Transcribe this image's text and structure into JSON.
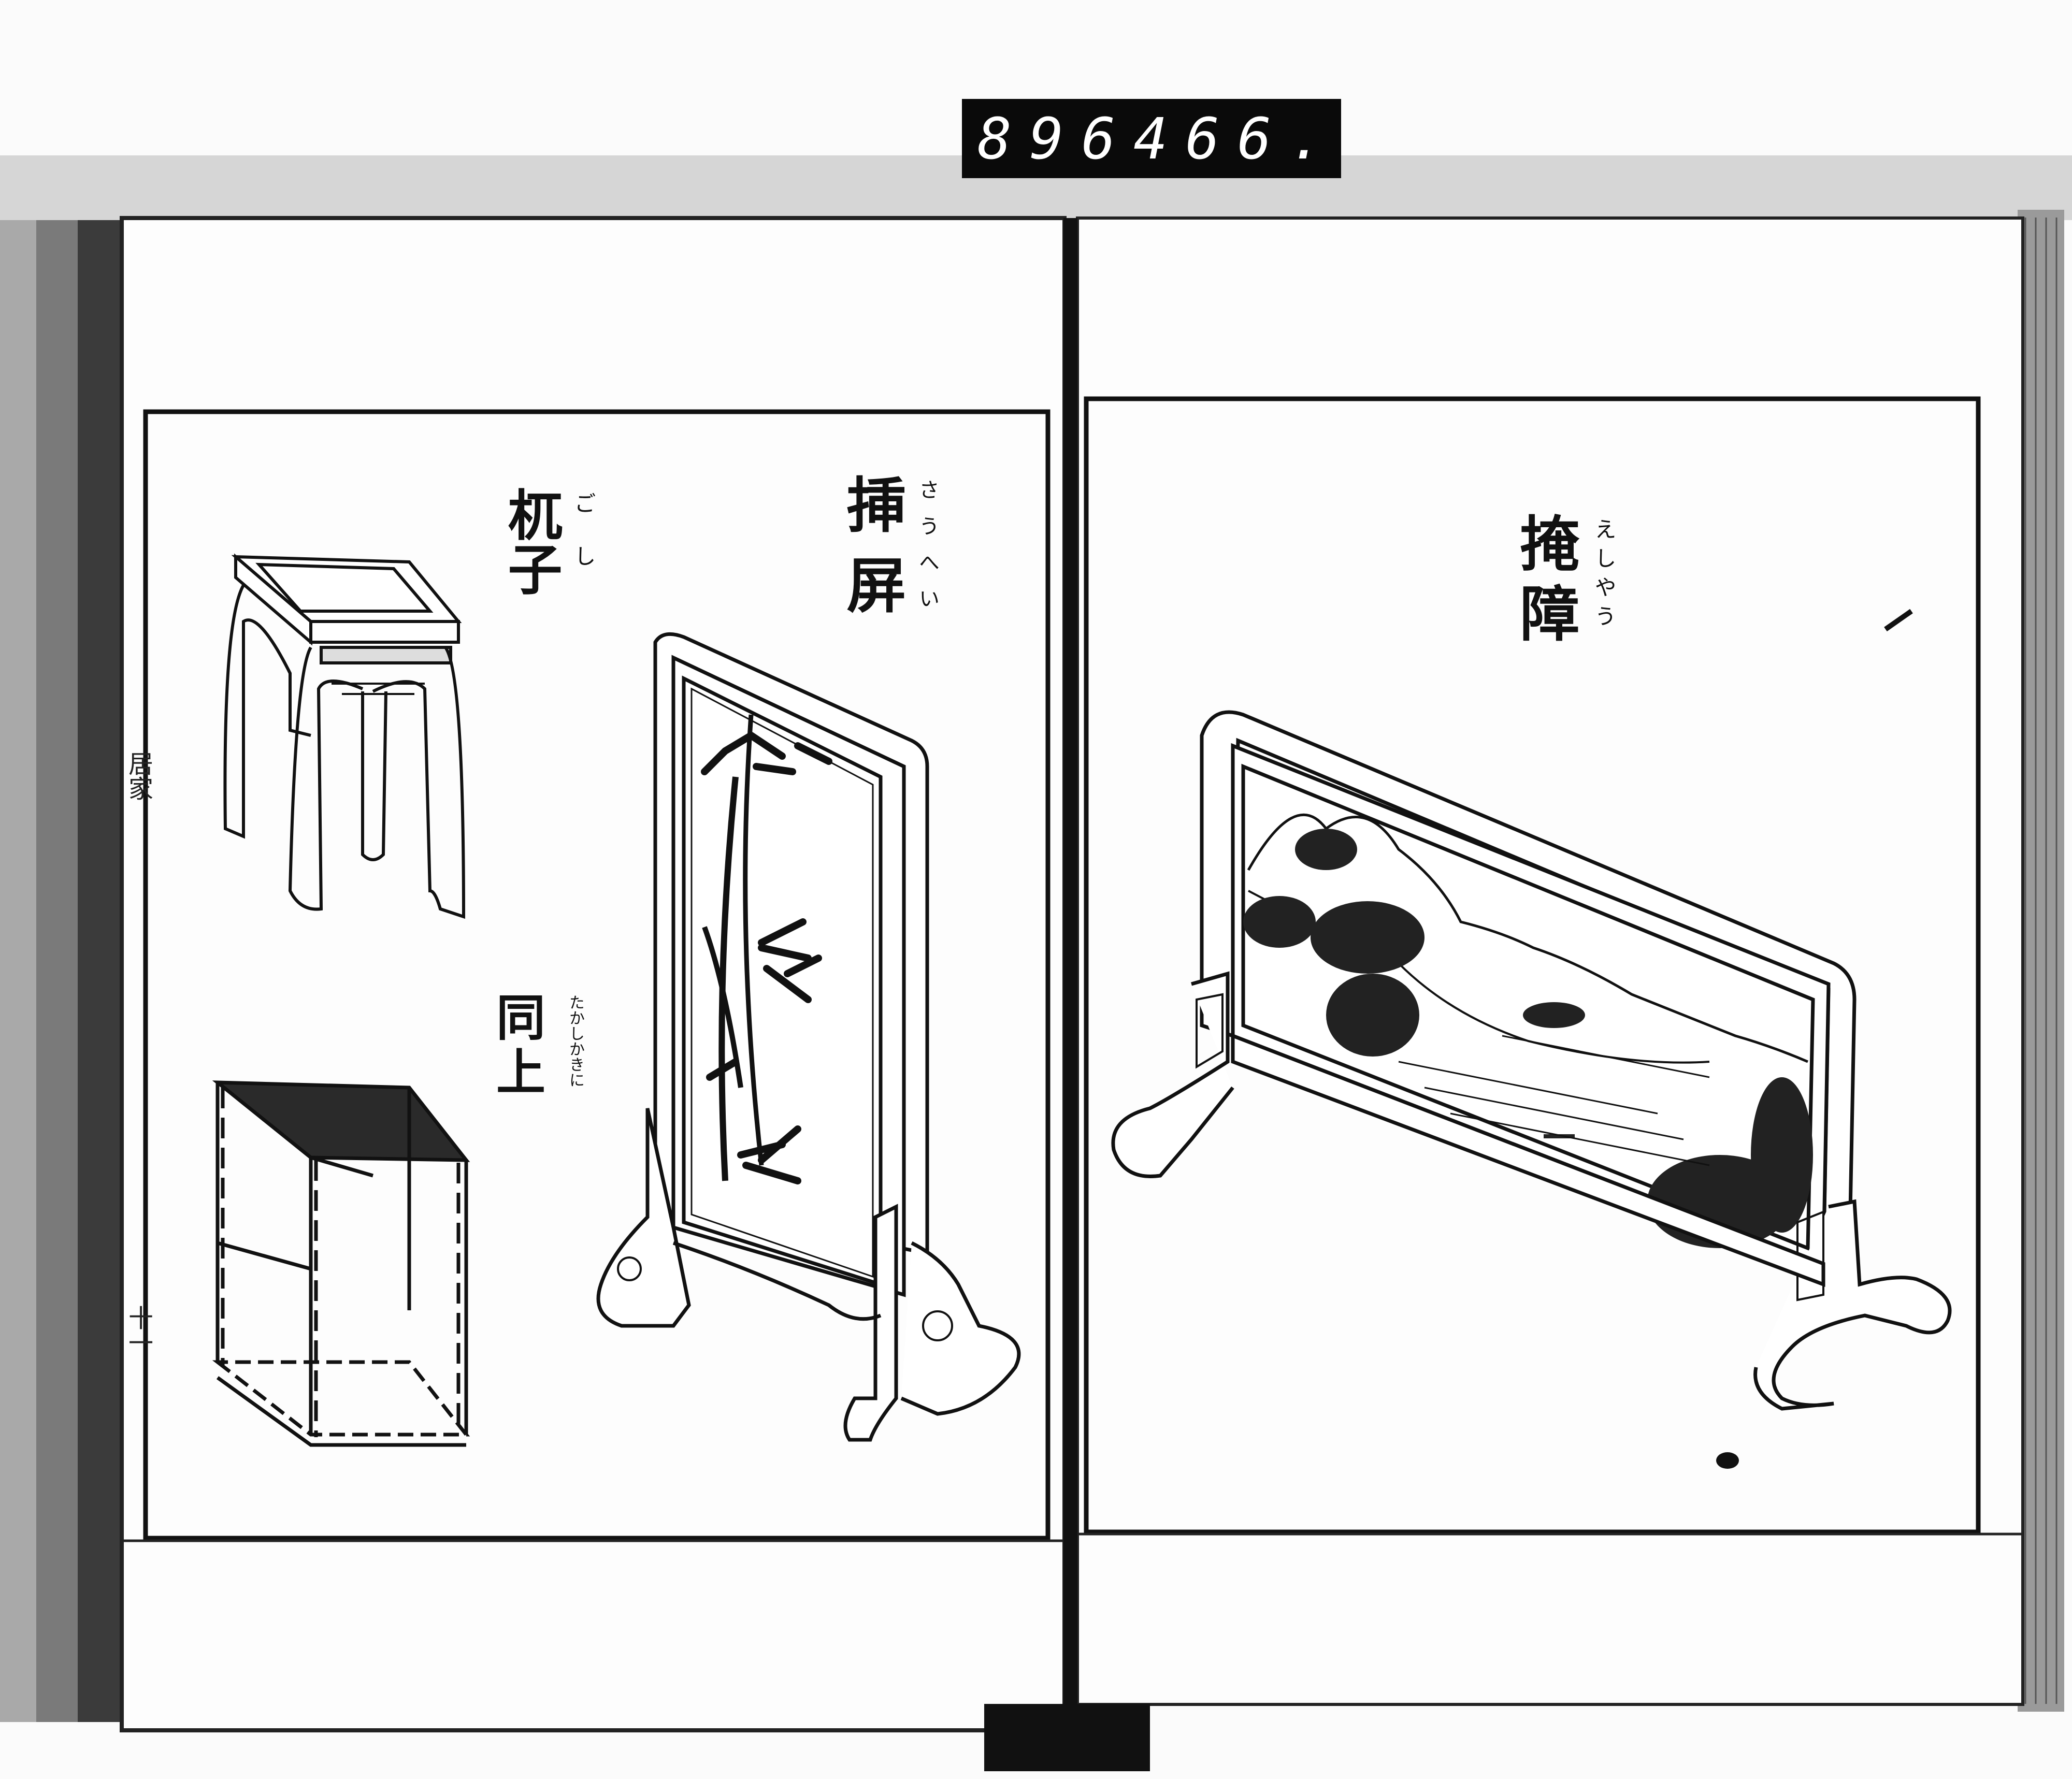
{
  "archive_label": {
    "left_number": "896",
    "right_number": "466."
  },
  "left_page": {
    "margin_title": "居家",
    "page_number": "十一",
    "items": [
      {
        "title": "杌子",
        "reading": "ごし"
      },
      {
        "title": "挿屏",
        "reading": "さうへい"
      },
      {
        "title": "同上",
        "reading": "たかしかきに"
      }
    ]
  },
  "right_page": {
    "items": [
      {
        "title": "掩障",
        "reading": "えしやう"
      }
    ]
  },
  "colors": {
    "ink": "#111111",
    "paper": "#fbfbfb",
    "label_bg": "#0a0a0a"
  }
}
